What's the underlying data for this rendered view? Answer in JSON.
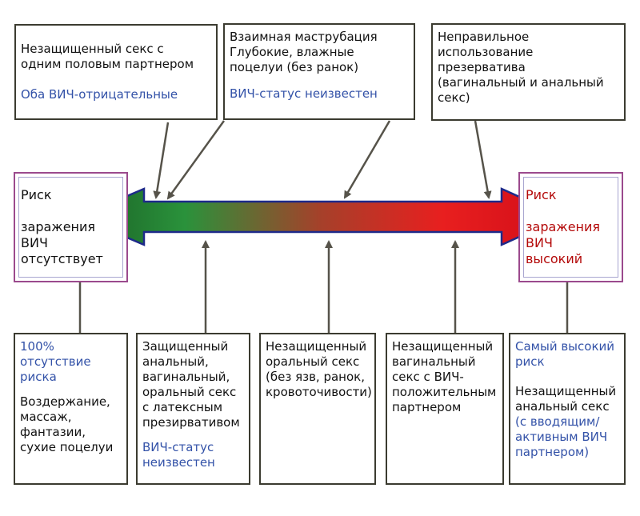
{
  "top_boxes": [
    {
      "text": "Незащищенный секс с\nодним половым партнером",
      "note": "Оба ВИЧ-отрицательные"
    },
    {
      "text": "Взаимная маструбация\nГлубокие, влажные\nпоцелуи (без ранок)",
      "note": "ВИЧ-статус неизвестен"
    },
    {
      "text": "Неправильное\nиспользование\nпрезерватива\n(вагинальный и анальный\nсекс)",
      "note": ""
    }
  ],
  "left_end": {
    "text": "Риск\n\nзаражения\nВИЧ\nотсутствует",
    "color": "#111111"
  },
  "right_end": {
    "text": "Риск\n\nзаражения\nВИЧ\nвысокий",
    "color": "#b40a0a"
  },
  "bottom_boxes": [
    {
      "note_top": "100%\nотсутствие\nриска",
      "text": "Воздержание,\nмассаж,\nфантазии,\nсухие поцелуи",
      "note_bottom": ""
    },
    {
      "note_top": "",
      "text": "Защищенный\nанальный,\nвагинальный,\nоральный секс\nс латексным\nпрезирвативом",
      "note_bottom": "ВИЧ-статус\nнеизвестен"
    },
    {
      "note_top": "",
      "text": "Незащищенный\nоральный секс\n(без язв, ранок,\nкровоточивости)",
      "note_bottom": ""
    },
    {
      "note_top": "",
      "text": "Незащищенный\nвагинальный\nсекс с ВИЧ-\nположительным\nпартнером",
      "note_bottom": ""
    },
    {
      "note_top": "Самый высокий\nриск",
      "text": "Незащищенный\nанальный секс",
      "note_bottom": "(с вводящим/\nактивным ВИЧ\nпартнером)"
    }
  ],
  "colors": {
    "gradient": [
      "#1e6a2a",
      "#2a8f3a",
      "#9a4a2a",
      "#e01c1c",
      "#d8101a"
    ],
    "accent_blue": "#3352a8",
    "risk_red": "#b40a0a",
    "arrow_gray": "#56534a"
  }
}
